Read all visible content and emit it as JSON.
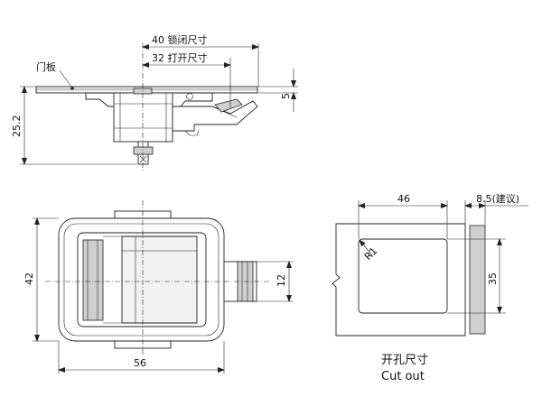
{
  "side_view": {
    "dim_lock": "40 锁闭尺寸",
    "dim_open": "32 打开尺寸",
    "door_label": "门板",
    "dim_height": "25.2",
    "dim_thickness": "5"
  },
  "front_view": {
    "dim_width": "56",
    "dim_height": "42",
    "dim_handle": "12"
  },
  "cutout_view": {
    "dim_width": "46",
    "dim_gap": "8.5(建议)",
    "dim_height": "35",
    "radius": "R1",
    "title_cn": "开孔尺寸",
    "title_en": "Cut out"
  },
  "colors": {
    "line": "#222222",
    "part_fill": "#f2f2f2",
    "gray": "#cfcfcf"
  }
}
